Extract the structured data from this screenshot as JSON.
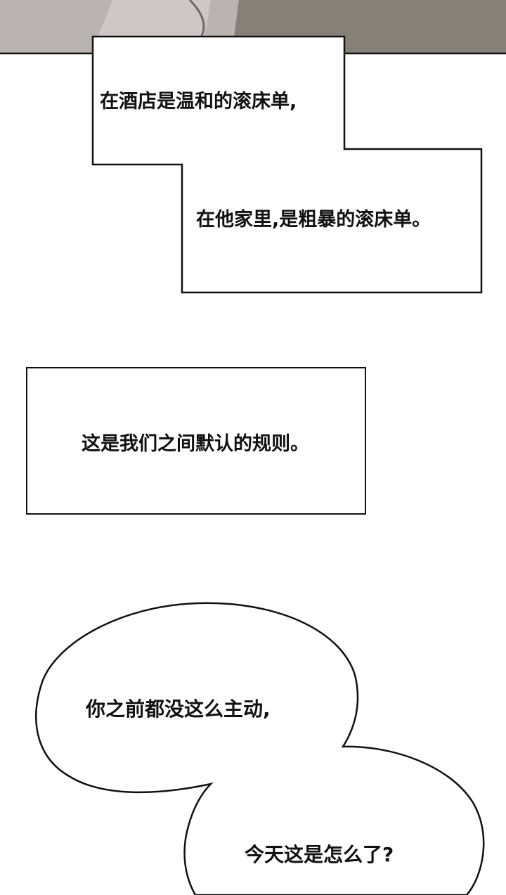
{
  "captions": {
    "hotel_line": "在酒店是温和的滚床单,",
    "home_line": "在他家里,是粗暴的滚床单。",
    "rule_line": "这是我们之间默认的规则。"
  },
  "bubble": {
    "line1": "你之前都没这么主动,",
    "line2": "今天这是怎么了?"
  },
  "colors": {
    "ink": "#111111",
    "paper": "#ffffff",
    "panel_gray": "#8f8b86",
    "panel_light": "#c9c3c1"
  }
}
